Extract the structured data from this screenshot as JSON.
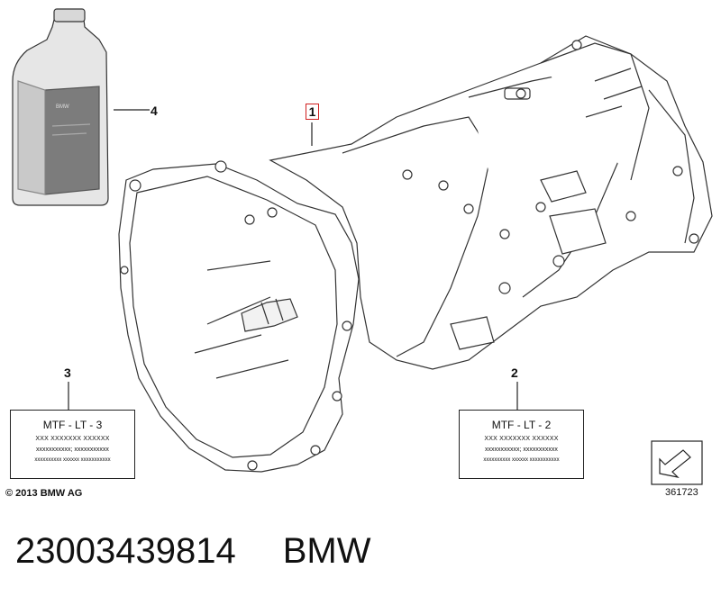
{
  "callouts": {
    "c1": "1",
    "c2": "2",
    "c3": "3",
    "c4": "4"
  },
  "label_left": {
    "title": "MTF - LT - 3",
    "line2": "XXX XXXXXXX XXXXXX",
    "line3": "xxxxxxxxxxx; xxxxxxxxxxx",
    "line4": "xxxxxxxxxx  xxxxxx  xxxxxxxxxxx"
  },
  "label_right": {
    "title": "MTF - LT - 2",
    "line2": "XXX XXXXXXX XXXXXX",
    "line3": "xxxxxxxxxxx; xxxxxxxxxxx",
    "line4": "xxxxxxxxxx  xxxxxx  xxxxxxxxxxx"
  },
  "copyright": "© 2013 BMW AG",
  "diagram_number": "361723",
  "part_number": "23003439814",
  "brand": "BMW",
  "bottle_brand": "BMW"
}
